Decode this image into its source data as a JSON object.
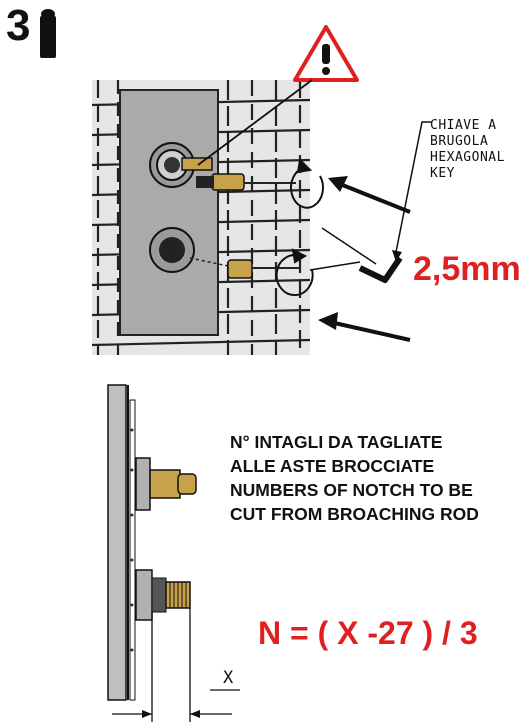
{
  "step": {
    "number": "3",
    "icon": "allen-key-icon"
  },
  "installation_view": {
    "warning_icon": "warning-triangle-icon",
    "key_label": [
      "CHIAVE A",
      "BRUGOLA",
      "HEXAGONAL",
      "KEY"
    ],
    "key_size": "2,5mm",
    "colors": {
      "wall_tile": "#d9d9d9",
      "plate": "#a9a9a9",
      "brass": "#c8a24a",
      "warning_red": "#e02020"
    }
  },
  "section_view": {
    "notch_instructions": [
      "N° INTAGLI DA TAGLIATE",
      "ALLE ASTE BROCCIATE",
      "NUMBERS OF NOTCH TO BE",
      "CUT FROM BROACHING ROD"
    ],
    "formula": "N = ( X -27 ) / 3",
    "dimension_label": "X"
  }
}
